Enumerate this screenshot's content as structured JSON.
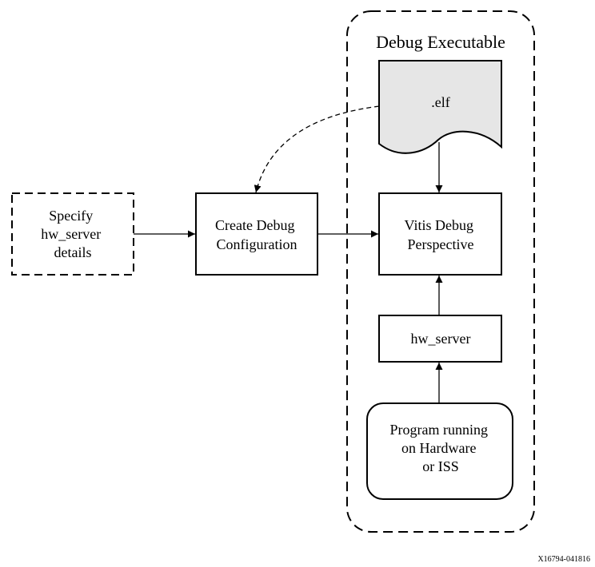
{
  "diagram": {
    "group_label": "Debug Executable",
    "elf_label": ".elf",
    "specify_lines": [
      "Specify",
      "hw_server",
      "details"
    ],
    "create_lines": [
      "Create Debug",
      "Configuration"
    ],
    "vitis_lines": [
      "Vitis Debug",
      "Perspective"
    ],
    "hwserver_label": "hw_server",
    "program_lines": [
      "Program running",
      "on Hardware",
      "or ISS"
    ],
    "figure_id": "X16794-041816"
  },
  "colors": {
    "stroke": "#000000",
    "document_fill": "#e6e6e6",
    "box_fill": "#ffffff"
  }
}
